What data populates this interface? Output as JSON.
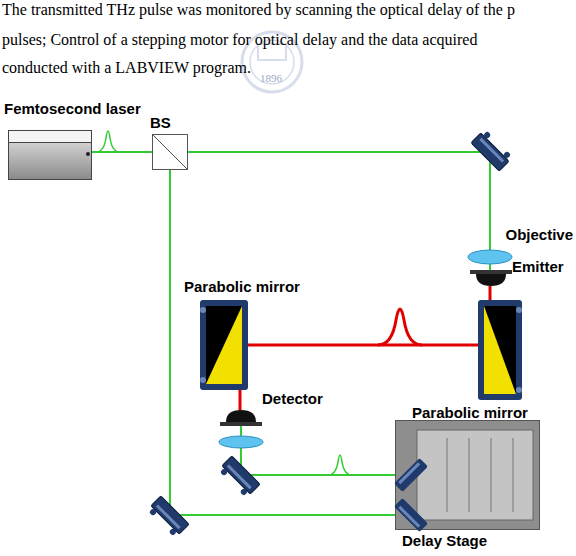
{
  "diagram": {
    "nodes": [
      {
        "text": [
          "Femtosecond laser"
        ]
      },
      {
        "text": [
          "BS"
        ]
      },
      {
        "text": [
          "Objective"
        ]
      },
      {
        "text": [
          "Emitter"
        ]
      },
      {
        "text": [
          "Parabolic mirror"
        ]
      },
      {
        "text": [
          "Parabolic mirror"
        ]
      },
      {
        "text": [
          "Detector"
        ]
      },
      {
        "text": [
          "Delay Stage"
        ]
      }
    ],
    "edges": [
      {
        "from": 0,
        "to": 1,
        "arrow": "none"
      },
      {
        "from": 1,
        "to": 2,
        "arrow": "none"
      },
      {
        "from": 2,
        "to": 3,
        "arrow": "none"
      },
      {
        "from": 3,
        "to": 4,
        "arrow": "none"
      },
      {
        "from": 4,
        "to": 5,
        "arrow": "none"
      },
      {
        "from": 5,
        "to": 6,
        "arrow": "none"
      },
      {
        "from": 1,
        "to": 7,
        "arrow": "none"
      },
      {
        "from": 7,
        "to": 6,
        "arrow": "none"
      }
    ],
    "labels": [
      "The transmitted THz pulse was monitored by scanning the optical delay of the p",
      "pulses; Control of a stepping motor for optical delay and the data acquired",
      "conducted with a LABVIEW program.",
      "1896"
    ]
  }
}
